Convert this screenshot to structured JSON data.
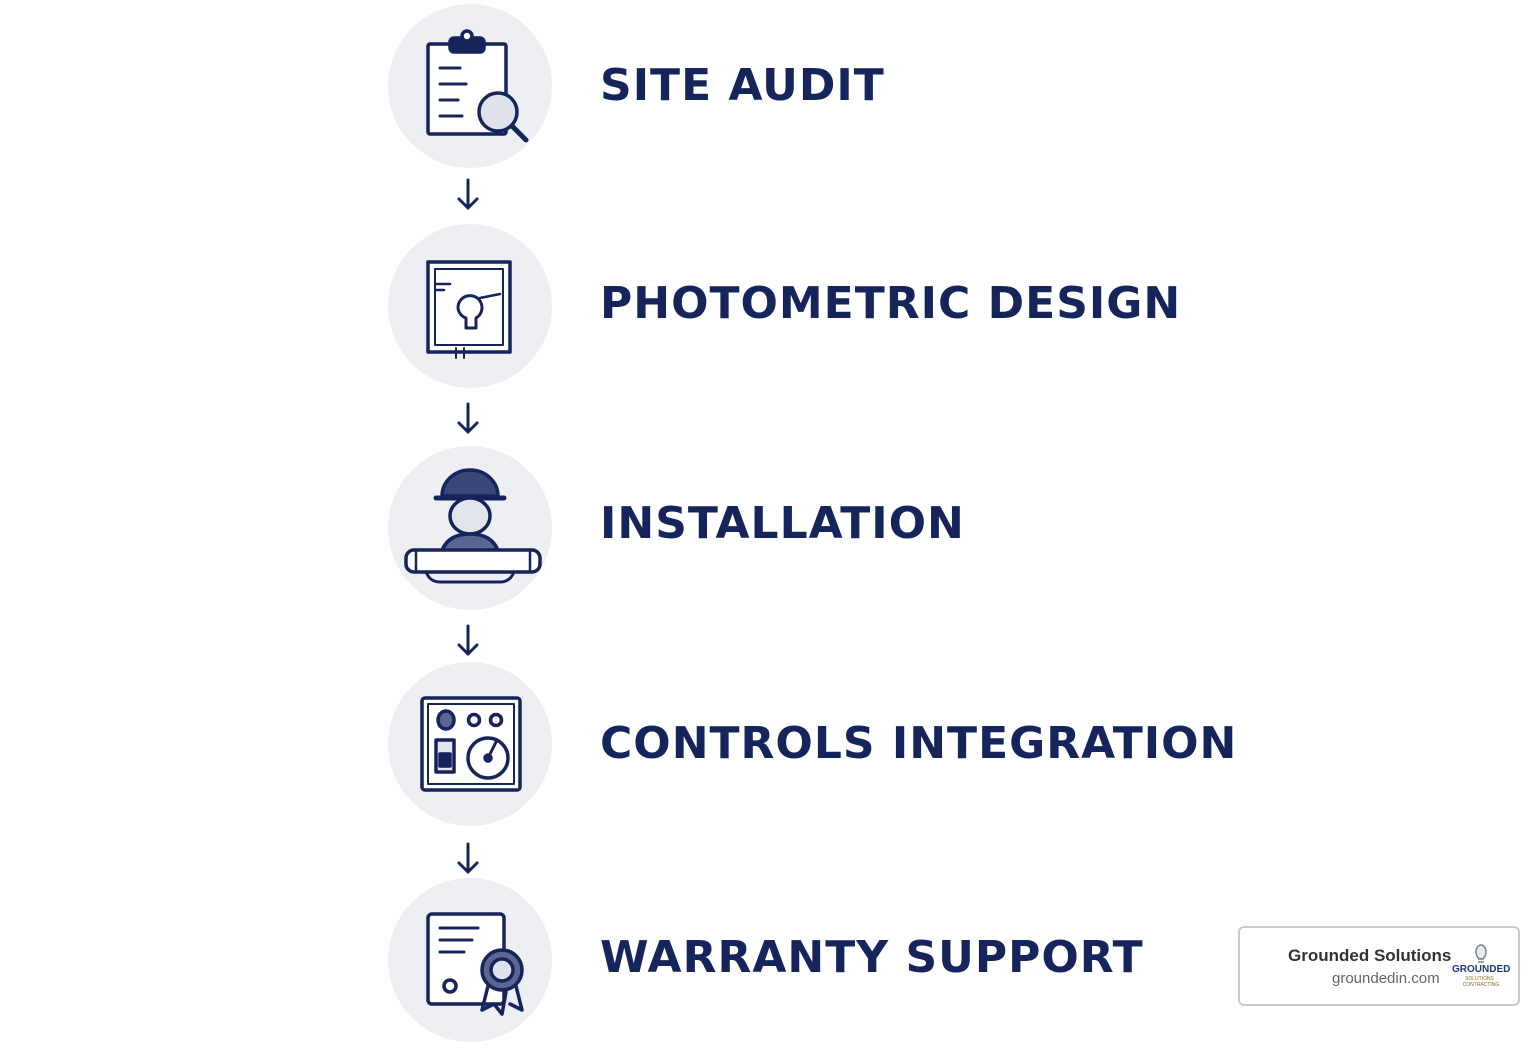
{
  "steps": [
    {
      "label": "SITE AUDIT",
      "icon": "clipboard-magnifier-icon"
    },
    {
      "label": "PHOTOMETRIC DESIGN",
      "icon": "light-plan-icon"
    },
    {
      "label": "INSTALLATION",
      "icon": "installer-worker-icon"
    },
    {
      "label": "CONTROLS INTEGRATION",
      "icon": "control-panel-icon"
    },
    {
      "label": "WARRANTY SUPPORT",
      "icon": "warranty-certificate-icon"
    }
  ],
  "arrow_icon": "down-arrow-icon",
  "badge": {
    "name": "Grounded Solutions",
    "url": "groundedin.com",
    "logo_text": "GROUNDED",
    "logo_subtext": "SOLUTIONS · CONTRACTING"
  },
  "colors": {
    "ink": "#15245a",
    "circle": "#eeeff3",
    "background": "#ffffff"
  }
}
